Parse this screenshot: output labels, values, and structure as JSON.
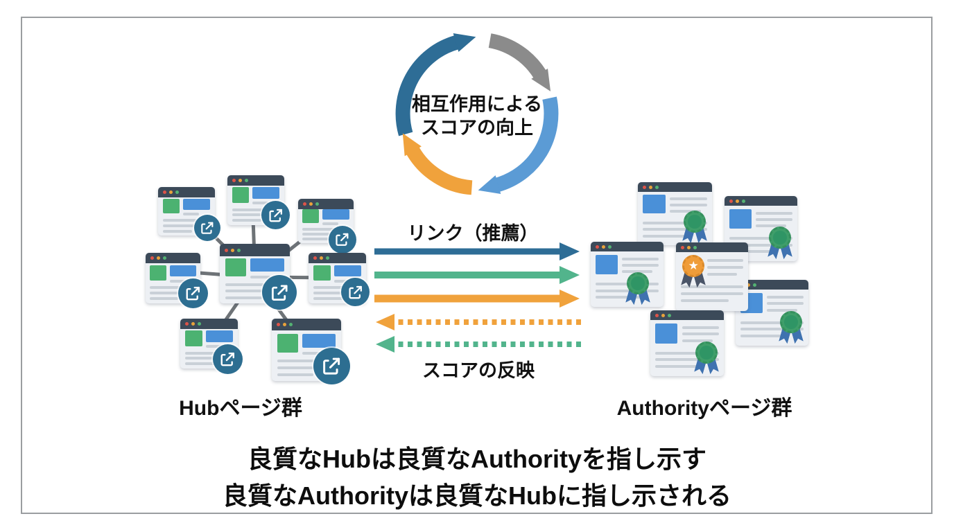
{
  "cycle": {
    "line1": "相互作用による",
    "line2": "スコアの向上"
  },
  "arrows": {
    "link_label": "リンク（推薦）",
    "score_label": "スコアの反映"
  },
  "groups": {
    "hub_label": "Hubページ群",
    "authority_label": "Authorityページ群"
  },
  "caption": {
    "line1": "良質なHubは良質なAuthorityを指し示す",
    "line2": "良質なAuthorityは良質なHubに指し示される"
  },
  "icons": {
    "external_link": "external-link",
    "award_ribbon": "award-ribbon",
    "award_star": "★",
    "window_dots": "window-control-dots"
  },
  "colors": {
    "steel_blue": "#2e6d96",
    "cycle_gray": "#8b8b8b",
    "light_blue": "#5b9bd5",
    "orange": "#f0a23c",
    "green": "#52b48c",
    "badge_teal": "#2d6e91",
    "connector_gray": "#6e7377",
    "titlebar_slate": "#3c4a59",
    "card_body": "#edf0f4",
    "thumb_green": "#4cb271",
    "thumb_blue": "#4a90d8",
    "rosette_green": "#3f9e6a",
    "rosette_orange": "#f09c38",
    "ribbon_blue": "#3f72b0",
    "ribbon_slate": "#4a5568",
    "text_black": "#111111"
  }
}
